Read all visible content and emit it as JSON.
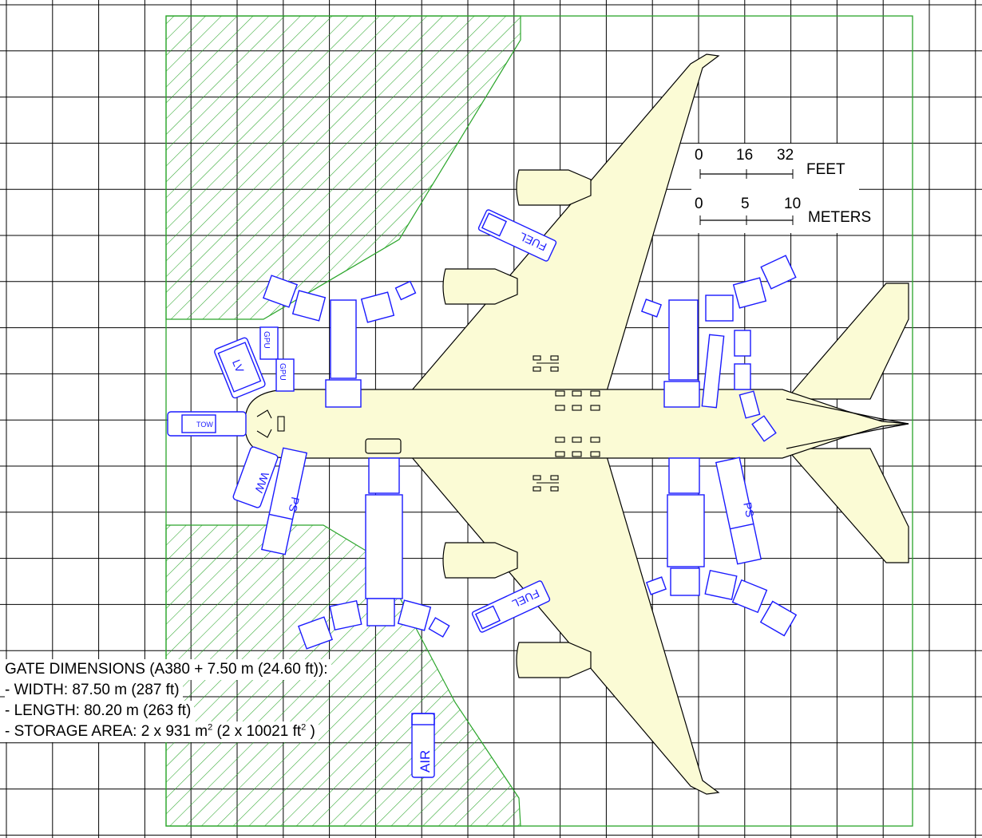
{
  "scale_bar": {
    "feet": {
      "ticks": [
        "0",
        "16",
        "32"
      ],
      "unit": "FEET"
    },
    "meters": {
      "ticks": [
        "0",
        "5",
        "10"
      ],
      "unit": "METERS"
    }
  },
  "notes": {
    "title": "GATE DIMENSIONS (A380 + 7.50 m (24.60 ft)):",
    "width": "- WIDTH: 87.50 m (287 ft)",
    "length": "- LENGTH: 80.20 m (263 ft)",
    "storage_prefix": "- STORAGE AREA: 2 x 931 m",
    "storage_sup1": "2",
    "storage_mid": " (2 x 10021 ft",
    "storage_sup2": "2",
    "storage_suffix": " )"
  },
  "vehicle_labels": {
    "tow": "TOW",
    "lv": "LV",
    "gpu": "GPU",
    "gpu2": "GPU",
    "ww": "WW",
    "ps": "PS",
    "ps2": "PS",
    "fuel": "FUEL",
    "fuel2": "FUEL",
    "air": "AIR"
  },
  "colors": {
    "grid": "#000000",
    "storage_hatch": "#2aa52a",
    "vehicles": "#1a1aff",
    "aircraft_fill": "#fbfbd5"
  }
}
